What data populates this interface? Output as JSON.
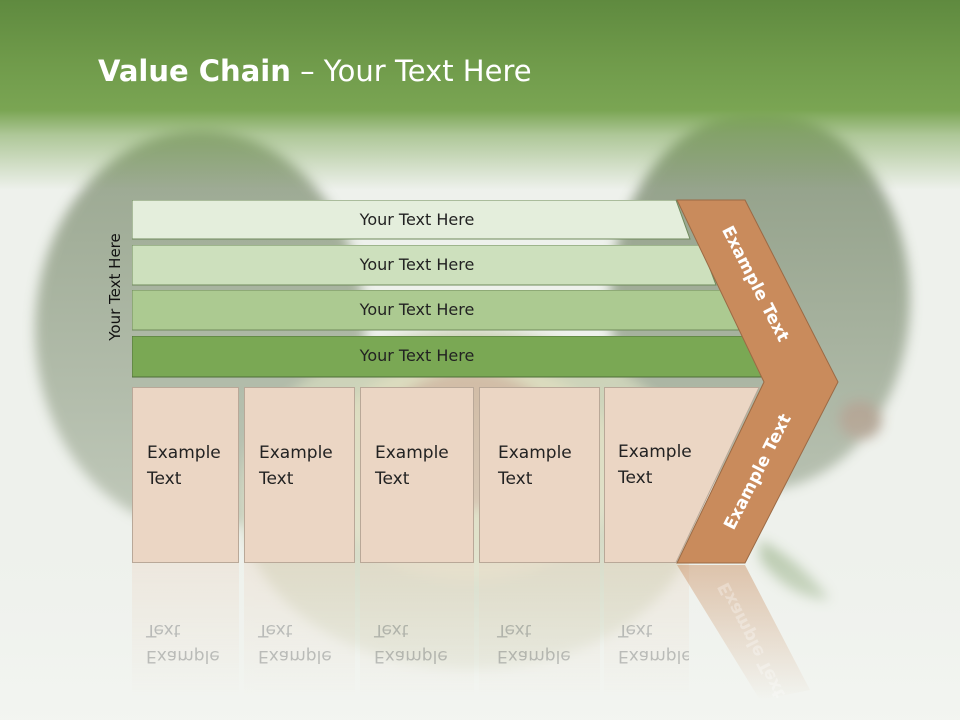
{
  "title": {
    "bold": "Value Chain",
    "rest": " – Your Text Here"
  },
  "side_label": "Your Text Here",
  "bars": [
    {
      "label": "Your Text Here",
      "color": "#e4eedc"
    },
    {
      "label": "Your Text Here",
      "color": "#cde0bd"
    },
    {
      "label": "Your Text Here",
      "color": "#acca91"
    },
    {
      "label": "Your Text Here",
      "color": "#7aa854"
    }
  ],
  "boxes": [
    {
      "line1": "Example",
      "line2": "Text"
    },
    {
      "line1": "Example",
      "line2": "Text"
    },
    {
      "line1": "Example",
      "line2": "Text"
    },
    {
      "line1": "Example",
      "line2": "Text"
    },
    {
      "line1": "Example",
      "line2": "Text"
    }
  ],
  "arrow": {
    "top_text": "Example Text",
    "bottom_text": "Example Text",
    "color": "#c98b5c"
  }
}
